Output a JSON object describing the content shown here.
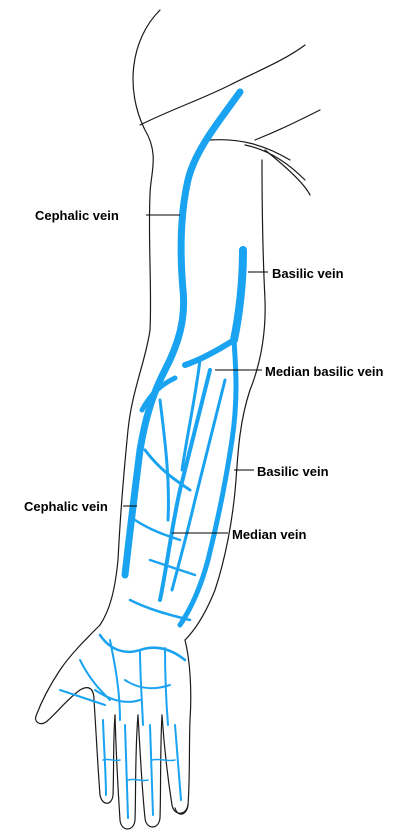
{
  "diagram": {
    "colors": {
      "vein": "#1aa3f0",
      "outline": "#1a1a1a",
      "label": "#000000",
      "background": "#ffffff"
    },
    "labels": [
      {
        "id": "cephalic-upper",
        "text": "Cephalic vein"
      },
      {
        "id": "basilic-upper",
        "text": "Basilic vein"
      },
      {
        "id": "median-basilic",
        "text": "Median basilic vein"
      },
      {
        "id": "basilic-lower",
        "text": "Basilic vein"
      },
      {
        "id": "cephalic-lower",
        "text": "Cephalic vein"
      },
      {
        "id": "median",
        "text": "Median vein"
      }
    ]
  }
}
